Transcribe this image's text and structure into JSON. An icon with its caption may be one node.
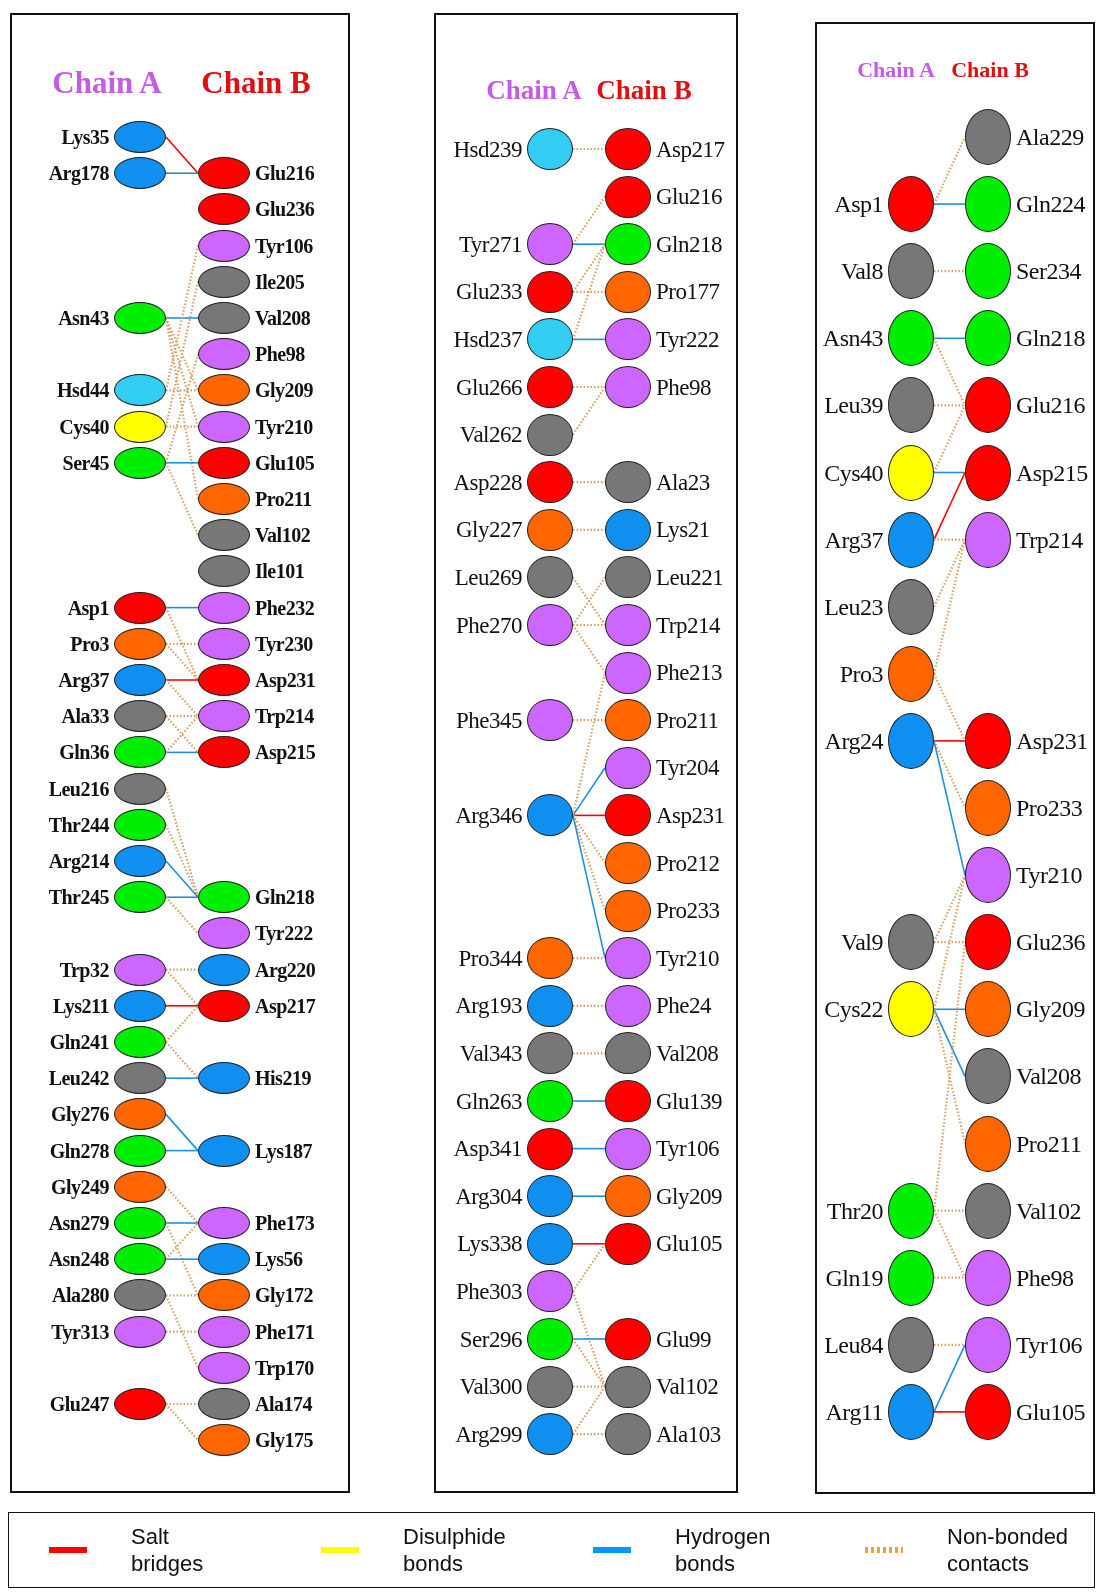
{
  "diagram": {
    "nodes": [
      {
        "text": [
          "Chain A",
          "Chain B"
        ]
      },
      {
        "text": [
          "Lys35"
        ],
        "in": 0
      },
      {
        "text": [
          "Arg178"
        ],
        "in": 0
      },
      {
        "text": [
          "Asn43"
        ],
        "in": 0
      },
      {
        "text": [
          "Hsd44"
        ],
        "in": 0
      },
      {
        "text": [
          "Cys40"
        ],
        "in": 0
      },
      {
        "text": [
          "Ser45"
        ],
        "in": 0
      },
      {
        "text": [
          "Asp1"
        ],
        "in": 0
      },
      {
        "text": [
          "Pro3"
        ],
        "in": 0
      },
      {
        "text": [
          "Arg37"
        ],
        "in": 0
      },
      {
        "text": [
          "Ala33"
        ],
        "in": 0
      },
      {
        "text": [
          "Gln36"
        ],
        "in": 0
      },
      {
        "text": [
          "Leu216"
        ],
        "in": 0
      },
      {
        "text": [
          "Thr244"
        ],
        "in": 0
      },
      {
        "text": [
          "Arg214"
        ],
        "in": 0
      },
      {
        "text": [
          "Thr245"
        ],
        "in": 0
      },
      {
        "text": [
          "Trp32"
        ],
        "in": 0
      },
      {
        "text": [
          "Lys211"
        ],
        "in": 0
      },
      {
        "text": [
          "Gln241"
        ],
        "in": 0
      },
      {
        "text": [
          "Leu242"
        ],
        "in": 0
      },
      {
        "text": [
          "Gly276"
        ],
        "in": 0
      },
      {
        "text": [
          "Gln278"
        ],
        "in": 0
      },
      {
        "text": [
          "Gly249"
        ],
        "in": 0
      },
      {
        "text": [
          "Asn279"
        ],
        "in": 0
      },
      {
        "text": [
          "Asn248"
        ],
        "in": 0
      },
      {
        "text": [
          "Ala280"
        ],
        "in": 0
      },
      {
        "text": [
          "Tyr313"
        ],
        "in": 0
      },
      {
        "text": [
          "Glu247"
        ],
        "in": 0
      },
      {
        "text": [
          "Glu216"
        ],
        "in": 0
      },
      {
        "text": [
          "Glu236"
        ],
        "in": 0
      },
      {
        "text": [
          "Tyr106"
        ],
        "in": 0
      },
      {
        "text": [
          "Ile205"
        ],
        "in": 0
      },
      {
        "text": [
          "Val208"
        ],
        "in": 0
      },
      {
        "text": [
          "Phe98"
        ],
        "in": 0
      },
      {
        "text": [
          "Gly209"
        ],
        "in": 0
      },
      {
        "text": [
          "Tyr210"
        ],
        "in": 0
      },
      {
        "text": [
          "Glu105"
        ],
        "in": 0
      },
      {
        "text": [
          "Pro211"
        ],
        "in": 0
      },
      {
        "text": [
          "Val102"
        ],
        "in": 0
      },
      {
        "text": [
          "Ile101"
        ],
        "in": 0
      },
      {
        "text": [
          "Phe232"
        ],
        "in": 0
      },
      {
        "text": [
          "Tyr230"
        ],
        "in": 0
      },
      {
        "text": [
          "Asp231"
        ],
        "in": 0
      },
      {
        "text": [
          "Trp214"
        ],
        "in": 0
      },
      {
        "text": [
          "Asp215"
        ],
        "in": 0
      },
      {
        "text": [
          "Gln218"
        ],
        "in": 0
      },
      {
        "text": [
          "Tyr222"
        ],
        "in": 0
      },
      {
        "text": [
          "Arg220"
        ],
        "in": 0
      },
      {
        "text": [
          "Asp217"
        ],
        "in": 0
      },
      {
        "text": [
          "His219"
        ],
        "in": 0
      },
      {
        "text": [
          "Lys187"
        ],
        "in": 0
      },
      {
        "text": [
          "Phe173"
        ],
        "in": 0
      },
      {
        "text": [
          "Lys56"
        ],
        "in": 0
      },
      {
        "text": [
          "Gly172"
        ],
        "in": 0
      },
      {
        "text": [
          "Phe171"
        ],
        "in": 0
      },
      {
        "text": [
          "Trp170"
        ],
        "in": 0
      },
      {
        "text": [
          "Ala174"
        ],
        "in": 0
      },
      {
        "text": [
          "Gly175"
        ],
        "in": 0
      },
      {
        "text": [
          "Chain A",
          "Chain B"
        ]
      },
      {
        "text": [
          "Hsd239"
        ],
        "in": 58
      },
      {
        "text": [
          "Tyr271"
        ],
        "in": 58
      },
      {
        "text": [
          "Glu233"
        ],
        "in": 58
      },
      {
        "text": [
          "Hsd237"
        ],
        "in": 58
      },
      {
        "text": [
          "Glu266"
        ],
        "in": 58
      },
      {
        "text": [
          "Val262"
        ],
        "in": 58
      },
      {
        "text": [
          "Asp228"
        ],
        "in": 58
      },
      {
        "text": [
          "Gly227"
        ],
        "in": 58
      },
      {
        "text": [
          "Leu269"
        ],
        "in": 58
      },
      {
        "text": [
          "Phe270"
        ],
        "in": 58
      },
      {
        "text": [
          "Phe345"
        ],
        "in": 58
      },
      {
        "text": [
          "Arg346"
        ],
        "in": 58
      },
      {
        "text": [
          "Pro344"
        ],
        "in": 58
      },
      {
        "text": [
          "Arg193"
        ],
        "in": 58
      },
      {
        "text": [
          "Val343"
        ],
        "in": 58
      },
      {
        "text": [
          "Gln263"
        ],
        "in": 58
      },
      {
        "text": [
          "Asp341"
        ],
        "in": 58
      },
      {
        "text": [
          "Arg304"
        ],
        "in": 58
      },
      {
        "text": [
          "Lys338"
        ],
        "in": 58
      },
      {
        "text": [
          "Phe303"
        ],
        "in": 58
      },
      {
        "text": [
          "Ser296"
        ],
        "in": 58
      },
      {
        "text": [
          "Val300"
        ],
        "in": 58
      },
      {
        "text": [
          "Arg299"
        ],
        "in": 58
      },
      {
        "text": [
          "Asp217"
        ],
        "in": 58
      },
      {
        "text": [
          "Glu216"
        ],
        "in": 58
      },
      {
        "text": [
          "Gln218"
        ],
        "in": 58
      },
      {
        "text": [
          "Pro177"
        ],
        "in": 58
      },
      {
        "text": [
          "Tyr222"
        ],
        "in": 58
      },
      {
        "text": [
          "Phe98"
        ],
        "in": 58
      },
      {
        "text": [
          "Ala23"
        ],
        "in": 58
      },
      {
        "text": [
          "Lys21"
        ],
        "in": 58
      },
      {
        "text": [
          "Leu221"
        ],
        "in": 58
      },
      {
        "text": [
          "Trp214"
        ],
        "in": 58
      },
      {
        "text": [
          "Phe213"
        ],
        "in": 58
      },
      {
        "text": [
          "Pro211"
        ],
        "in": 58
      },
      {
        "text": [
          "Tyr204"
        ],
        "in": 58
      },
      {
        "text": [
          "Asp231"
        ],
        "in": 58
      },
      {
        "text": [
          "Pro212"
        ],
        "in": 58
      },
      {
        "text": [
          "Pro233"
        ],
        "in": 58
      },
      {
        "text": [
          "Tyr210"
        ],
        "in": 58
      },
      {
        "text": [
          "Phe24"
        ],
        "in": 58
      },
      {
        "text": [
          "Val208"
        ],
        "in": 58
      },
      {
        "text": [
          "Glu139"
        ],
        "in": 58
      },
      {
        "text": [
          "Tyr106"
        ],
        "in": 58
      },
      {
        "text": [
          "Gly209"
        ],
        "in": 58
      },
      {
        "text": [
          "Glu105"
        ],
        "in": 58
      },
      {
        "text": [
          "Glu99"
        ],
        "in": 58
      },
      {
        "text": [
          "Val102"
        ],
        "in": 58
      },
      {
        "text": [
          "Ala103"
        ],
        "in": 58
      },
      {
        "text": [
          "Chain A",
          "Chain B"
        ]
      },
      {
        "text": [
          "Asp1"
        ],
        "in": 108
      },
      {
        "text": [
          "Val8"
        ],
        "in": 108
      },
      {
        "text": [
          "Asn43"
        ],
        "in": 108
      },
      {
        "text": [
          "Leu39"
        ],
        "in": 108
      },
      {
        "text": [
          "Cys40"
        ],
        "in": 108
      },
      {
        "text": [
          "Arg37"
        ],
        "in": 108
      },
      {
        "text": [
          "Leu23"
        ],
        "in": 108
      },
      {
        "text": [
          "Pro3"
        ],
        "in": 108
      },
      {
        "text": [
          "Arg24"
        ],
        "in": 108
      },
      {
        "text": [
          "Val9"
        ],
        "in": 108
      },
      {
        "text": [
          "Cys22"
        ],
        "in": 108
      },
      {
        "text": [
          "Thr20"
        ],
        "in": 108
      },
      {
        "text": [
          "Gln19"
        ],
        "in": 108
      },
      {
        "text": [
          "Leu84"
        ],
        "in": 108
      },
      {
        "text": [
          "Arg11"
        ],
        "in": 108
      },
      {
        "text": [
          "Ala229"
        ],
        "in": 108
      },
      {
        "text": [
          "Gln224"
        ],
        "in": 108
      },
      {
        "text": [
          "Ser234"
        ],
        "in": 108
      },
      {
        "text": [
          "Gln218"
        ],
        "in": 108
      },
      {
        "text": [
          "Glu216"
        ],
        "in": 108
      },
      {
        "text": [
          "Asp215"
        ],
        "in": 108
      },
      {
        "text": [
          "Trp214"
        ],
        "in": 108
      },
      {
        "text": [
          "Asp231"
        ],
        "in": 108
      },
      {
        "text": [
          "Pro233"
        ],
        "in": 108
      },
      {
        "text": [
          "Tyr210"
        ],
        "in": 108
      },
      {
        "text": [
          "Glu236"
        ],
        "in": 108
      },
      {
        "text": [
          "Gly209"
        ],
        "in": 108
      },
      {
        "text": [
          "Val208"
        ],
        "in": 108
      },
      {
        "text": [
          "Pro211"
        ],
        "in": 108
      },
      {
        "text": [
          "Val102"
        ],
        "in": 108
      },
      {
        "text": [
          "Phe98"
        ],
        "in": 108
      },
      {
        "text": [
          "Tyr106"
        ],
        "in": 108
      },
      {
        "text": [
          "Glu105"
        ],
        "in": 108
      }
    ],
    "edges": [
      {
        "from": 1,
        "to": 28,
        "arrow": "none",
        "color": "#ff0000"
      },
      {
        "from": 2,
        "to": 28,
        "arrow": "none",
        "color": "#1e90e0"
      },
      {
        "from": 3,
        "to": 32,
        "arrow": "none",
        "color": "#1e90e0"
      },
      {
        "from": 3,
        "to": 34,
        "arrow": "none",
        "style": "dashed"
      },
      {
        "from": 3,
        "to": 35,
        "arrow": "none",
        "style": "dashed"
      },
      {
        "from": 3,
        "to": 37,
        "arrow": "none",
        "style": "dashed"
      },
      {
        "from": 4,
        "to": 34,
        "arrow": "none",
        "style": "dashed"
      },
      {
        "from": 4,
        "to": 30,
        "arrow": "none",
        "style": "dashed"
      },
      {
        "from": 5,
        "to": 35,
        "arrow": "none",
        "style": "dashed"
      },
      {
        "from": 5,
        "to": 31,
        "arrow": "none",
        "style": "dashed"
      },
      {
        "from": 6,
        "to": 36,
        "arrow": "none",
        "color": "#1e90e0"
      },
      {
        "from": 6,
        "to": 38,
        "arrow": "none",
        "style": "dashed"
      },
      {
        "from": 6,
        "to": 33,
        "arrow": "none",
        "style": "dashed"
      },
      {
        "from": 7,
        "to": 40,
        "arrow": "none",
        "color": "#1e90e0"
      },
      {
        "from": 7,
        "to": 42,
        "arrow": "none",
        "style": "dashed"
      },
      {
        "from": 8,
        "to": 42,
        "arrow": "none",
        "style": "dashed"
      },
      {
        "from": 8,
        "to": 41,
        "arrow": "none",
        "style": "dashed"
      },
      {
        "from": 9,
        "to": 42,
        "arrow": "none",
        "color": "#ff0000"
      },
      {
        "from": 9,
        "to": 43,
        "arrow": "none",
        "style": "dashed"
      },
      {
        "from": 10,
        "to": 43,
        "arrow": "none",
        "style": "dashed"
      },
      {
        "from": 10,
        "to": 44,
        "arrow": "none",
        "style": "dashed"
      },
      {
        "from": 11,
        "to": 44,
        "arrow": "none",
        "color": "#1e90e0"
      },
      {
        "from": 11,
        "to": 43,
        "arrow": "none",
        "style": "dashed"
      },
      {
        "from": 12,
        "to": 45,
        "arrow": "none",
        "style": "dashed"
      },
      {
        "from": 13,
        "to": 45,
        "arrow": "none",
        "style": "dashed"
      },
      {
        "from": 14,
        "to": 45,
        "arrow": "none",
        "color": "#1e90e0"
      },
      {
        "from": 15,
        "to": 45,
        "arrow": "none",
        "color": "#1e90e0"
      },
      {
        "from": 15,
        "to": 46,
        "arrow": "none",
        "style": "dashed"
      },
      {
        "from": 16,
        "to": 47,
        "arrow": "none",
        "style": "dashed"
      },
      {
        "from": 16,
        "to": 48,
        "arrow": "none",
        "style": "dashed"
      },
      {
        "from": 17,
        "to": 48,
        "arrow": "none",
        "color": "#ff0000"
      },
      {
        "from": 18,
        "to": 48,
        "arrow": "none",
        "style": "dashed"
      },
      {
        "from": 18,
        "to": 49,
        "arrow": "none",
        "style": "dashed"
      },
      {
        "from": 19,
        "to": 49,
        "arrow": "none",
        "color": "#1e90e0"
      },
      {
        "from": 20,
        "to": 50,
        "arrow": "none",
        "color": "#1e90e0"
      },
      {
        "from": 21,
        "to": 50,
        "arrow": "none",
        "color": "#1e90e0"
      },
      {
        "from": 22,
        "to": 51,
        "arrow": "none",
        "style": "dashed"
      },
      {
        "from": 23,
        "to": 51,
        "arrow": "none",
        "color": "#1e90e0"
      },
      {
        "from": 23,
        "to": 53,
        "arrow": "none",
        "style": "dashed"
      },
      {
        "from": 24,
        "to": 52,
        "arrow": "none",
        "color": "#1e90e0"
      },
      {
        "from": 24,
        "to": 51,
        "arrow": "none",
        "style": "dashed"
      },
      {
        "from": 25,
        "to": 53,
        "arrow": "none",
        "style": "dashed"
      },
      {
        "from": 25,
        "to": 55,
        "arrow": "none",
        "style": "dashed"
      },
      {
        "from": 26,
        "to": 54,
        "arrow": "none",
        "style": "dashed"
      },
      {
        "from": 27,
        "to": 56,
        "arrow": "none",
        "style": "dashed"
      },
      {
        "from": 27,
        "to": 57,
        "arrow": "none",
        "style": "dashed"
      },
      {
        "from": 59,
        "to": 82,
        "arrow": "none",
        "style": "dashed"
      },
      {
        "from": 60,
        "to": 83,
        "arrow": "none",
        "style": "dashed"
      },
      {
        "from": 60,
        "to": 84,
        "arrow": "none",
        "color": "#1e90e0"
      },
      {
        "from": 61,
        "to": 84,
        "arrow": "none",
        "style": "dashed"
      },
      {
        "from": 61,
        "to": 85,
        "arrow": "none",
        "style": "dashed"
      },
      {
        "from": 62,
        "to": 86,
        "arrow": "none",
        "color": "#1e90e0"
      },
      {
        "from": 62,
        "to": 84,
        "arrow": "none",
        "style": "dashed"
      },
      {
        "from": 63,
        "to": 87,
        "arrow": "none",
        "style": "dashed"
      },
      {
        "from": 64,
        "to": 87,
        "arrow": "none",
        "style": "dashed"
      },
      {
        "from": 65,
        "to": 88,
        "arrow": "none",
        "style": "dashed"
      },
      {
        "from": 66,
        "to": 89,
        "arrow": "none",
        "style": "dashed"
      },
      {
        "from": 67,
        "to": 91,
        "arrow": "none",
        "style": "dashed"
      },
      {
        "from": 68,
        "to": 90,
        "arrow": "none",
        "style": "dashed"
      },
      {
        "from": 68,
        "to": 91,
        "arrow": "none",
        "style": "dashed"
      },
      {
        "from": 68,
        "to": 92,
        "arrow": "none",
        "style": "dashed"
      },
      {
        "from": 69,
        "to": 93,
        "arrow": "none",
        "style": "dashed"
      },
      {
        "from": 70,
        "to": 94,
        "arrow": "none",
        "color": "#1e90e0"
      },
      {
        "from": 70,
        "to": 95,
        "arrow": "none",
        "color": "#ff0000"
      },
      {
        "from": 70,
        "to": 92,
        "arrow": "none",
        "style": "dashed"
      },
      {
        "from": 70,
        "to": 96,
        "arrow": "none",
        "style": "dashed"
      },
      {
        "from": 70,
        "to": 97,
        "arrow": "none",
        "style": "dashed"
      },
      {
        "from": 70,
        "to": 98,
        "arrow": "none",
        "color": "#1e90e0"
      },
      {
        "from": 71,
        "to": 98,
        "arrow": "none",
        "style": "dashed"
      },
      {
        "from": 72,
        "to": 99,
        "arrow": "none",
        "style": "dashed"
      },
      {
        "from": 73,
        "to": 100,
        "arrow": "none",
        "style": "dashed"
      },
      {
        "from": 74,
        "to": 101,
        "arrow": "none",
        "color": "#1e90e0"
      },
      {
        "from": 75,
        "to": 102,
        "arrow": "none",
        "color": "#1e90e0"
      },
      {
        "from": 76,
        "to": 103,
        "arrow": "none",
        "color": "#1e90e0"
      },
      {
        "from": 77,
        "to": 104,
        "arrow": "none",
        "color": "#ff0000"
      },
      {
        "from": 78,
        "to": 104,
        "arrow": "none",
        "style": "dashed"
      },
      {
        "from": 78,
        "to": 106,
        "arrow": "none",
        "style": "dashed"
      },
      {
        "from": 79,
        "to": 105,
        "arrow": "none",
        "color": "#1e90e0"
      },
      {
        "from": 79,
        "to": 106,
        "arrow": "none",
        "style": "dashed"
      },
      {
        "from": 80,
        "to": 106,
        "arrow": "none",
        "style": "dashed"
      },
      {
        "from": 81,
        "to": 107,
        "arrow": "none",
        "style": "dashed"
      },
      {
        "from": 81,
        "to": 106,
        "arrow": "none",
        "style": "dashed"
      },
      {
        "from": 109,
        "to": 124,
        "arrow": "none",
        "style": "dashed"
      },
      {
        "from": 109,
        "to": 125,
        "arrow": "none",
        "color": "#1e90e0"
      },
      {
        "from": 110,
        "to": 126,
        "arrow": "none",
        "style": "dashed"
      },
      {
        "from": 111,
        "to": 127,
        "arrow": "none",
        "color": "#1e90e0"
      },
      {
        "from": 111,
        "to": 128,
        "arrow": "none",
        "style": "dashed"
      },
      {
        "from": 112,
        "to": 128,
        "arrow": "none",
        "style": "dashed"
      },
      {
        "from": 113,
        "to": 128,
        "arrow": "none",
        "style": "dashed"
      },
      {
        "from": 113,
        "to": 129,
        "arrow": "none",
        "color": "#1e90e0"
      },
      {
        "from": 114,
        "to": 129,
        "arrow": "none",
        "color": "#ff0000"
      },
      {
        "from": 114,
        "to": 130,
        "arrow": "none",
        "style": "dashed"
      },
      {
        "from": 115,
        "to": 130,
        "arrow": "none",
        "style": "dashed"
      },
      {
        "from": 116,
        "to": 130,
        "arrow": "none",
        "style": "dashed"
      },
      {
        "from": 116,
        "to": 131,
        "arrow": "none",
        "style": "dashed"
      },
      {
        "from": 117,
        "to": 131,
        "arrow": "none",
        "color": "#ff0000"
      },
      {
        "from": 117,
        "to": 132,
        "arrow": "none",
        "style": "dashed"
      },
      {
        "from": 117,
        "to": 133,
        "arrow": "none",
        "color": "#1e90e0"
      },
      {
        "from": 118,
        "to": 133,
        "arrow": "none",
        "style": "dashed"
      },
      {
        "from": 118,
        "to": 134,
        "arrow": "none",
        "style": "dashed"
      },
      {
        "from": 119,
        "to": 133,
        "arrow": "none",
        "style": "dashed"
      },
      {
        "from": 119,
        "to": 135,
        "arrow": "none",
        "color": "#1e90e0"
      },
      {
        "from": 119,
        "to": 136,
        "arrow": "none",
        "color": "#1e90e0"
      },
      {
        "from": 119,
        "to": 137,
        "arrow": "none",
        "style": "dashed"
      },
      {
        "from": 120,
        "to": 138,
        "arrow": "none",
        "style": "dashed"
      },
      {
        "from": 120,
        "to": 139,
        "arrow": "none",
        "style": "dashed"
      },
      {
        "from": 120,
        "to": 134,
        "arrow": "none",
        "style": "dashed"
      },
      {
        "from": 121,
        "to": 139,
        "arrow": "none",
        "style": "dashed"
      },
      {
        "from": 122,
        "to": 140,
        "arrow": "none",
        "style": "dashed"
      },
      {
        "from": 123,
        "to": 140,
        "arrow": "none",
        "color": "#1e90e0"
      },
      {
        "from": 123,
        "to": 141,
        "arrow": "none",
        "color": "#ff0000"
      }
    ],
    "legend": [
      {
        "text": "Salt bridges",
        "color": "#ff0000"
      },
      {
        "text": "Disulphide bonds",
        "color": "#ffff00"
      },
      {
        "text": "Hydrogen bonds",
        "color": "#0099ff"
      },
      {
        "text": "Non-bonded contacts"
      }
    ]
  }
}
